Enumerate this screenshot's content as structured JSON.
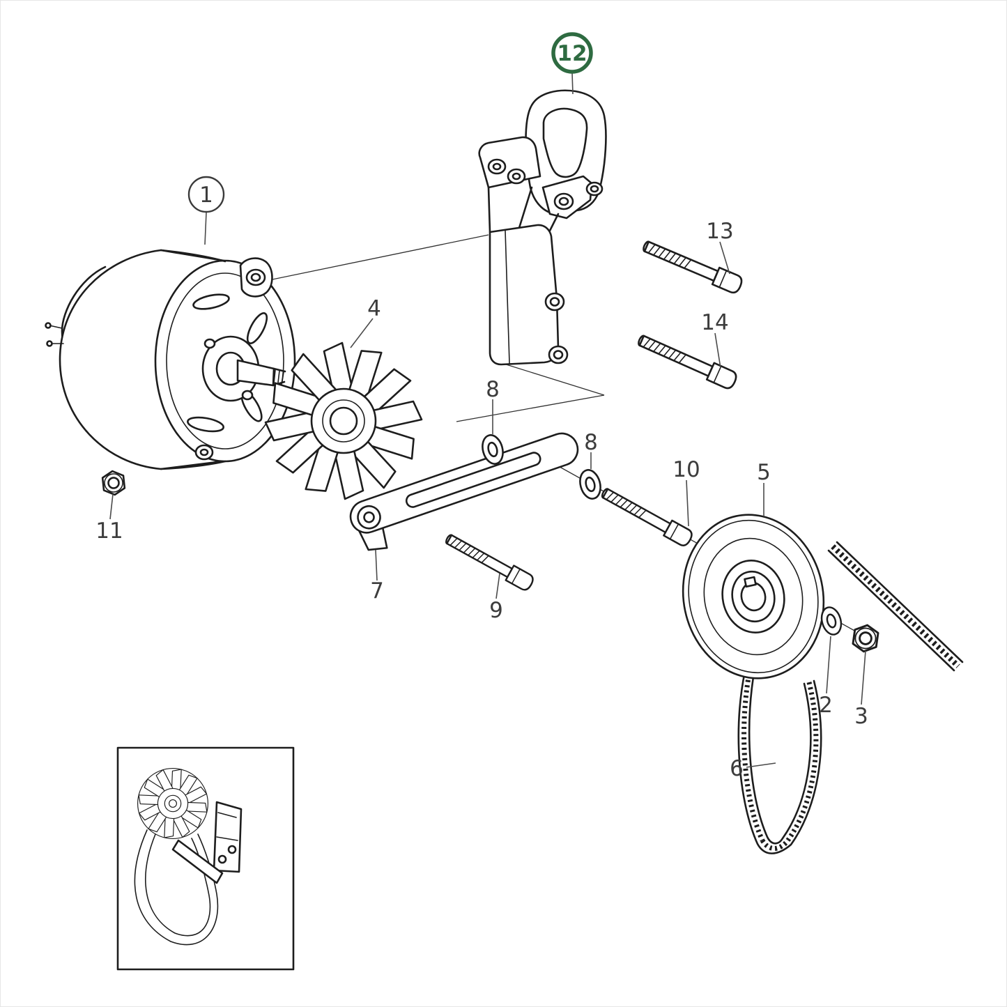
{
  "diagram": {
    "type": "exploded-parts-diagram",
    "background": "#ffffff",
    "line_color": "#1d1d1d",
    "label_color": "#3c3c3c",
    "highlight_color": "#2e6b41"
  },
  "callouts": [
    {
      "label": "1"
    },
    {
      "label": "12"
    },
    {
      "label": "4"
    },
    {
      "label": "13"
    },
    {
      "label": "14"
    },
    {
      "label": "8"
    },
    {
      "label": "8"
    },
    {
      "label": "10"
    },
    {
      "label": "5"
    },
    {
      "label": "7"
    },
    {
      "label": "9"
    },
    {
      "label": "11"
    },
    {
      "label": "2"
    },
    {
      "label": "3"
    },
    {
      "label": "6"
    }
  ]
}
